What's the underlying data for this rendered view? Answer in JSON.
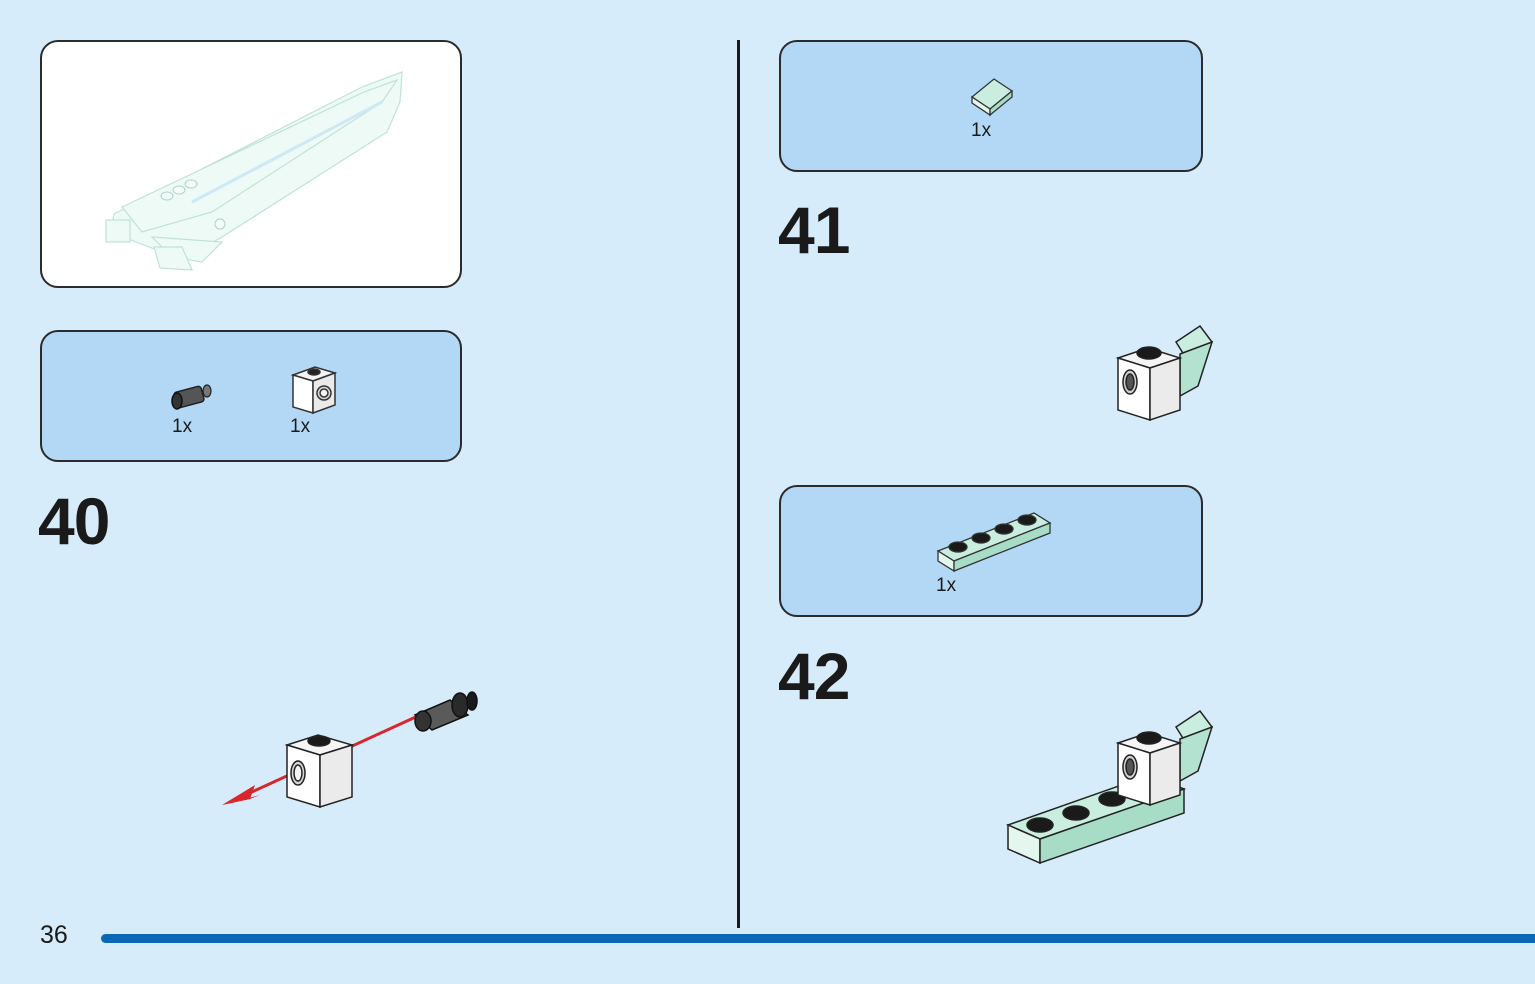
{
  "page": {
    "number": "36",
    "progress_color": "#0b68b4",
    "background": "#d6ecfa"
  },
  "steps": [
    {
      "number": "40",
      "parts": [
        {
          "name": "dark-gray-connector-pin",
          "qty": "1x"
        },
        {
          "name": "white-technic-brick-1x1",
          "qty": "1x"
        }
      ]
    },
    {
      "number": "41",
      "parts": [
        {
          "name": "mint-slope-tile",
          "qty": "1x"
        }
      ]
    },
    {
      "number": "42",
      "parts": [
        {
          "name": "mint-plate-1x4",
          "qty": "1x"
        }
      ]
    }
  ],
  "colors": {
    "parts_box": "#b3d8f5",
    "mint": "#c9eee0",
    "arrow": "#d8262e",
    "dark_gray": "#555555"
  }
}
